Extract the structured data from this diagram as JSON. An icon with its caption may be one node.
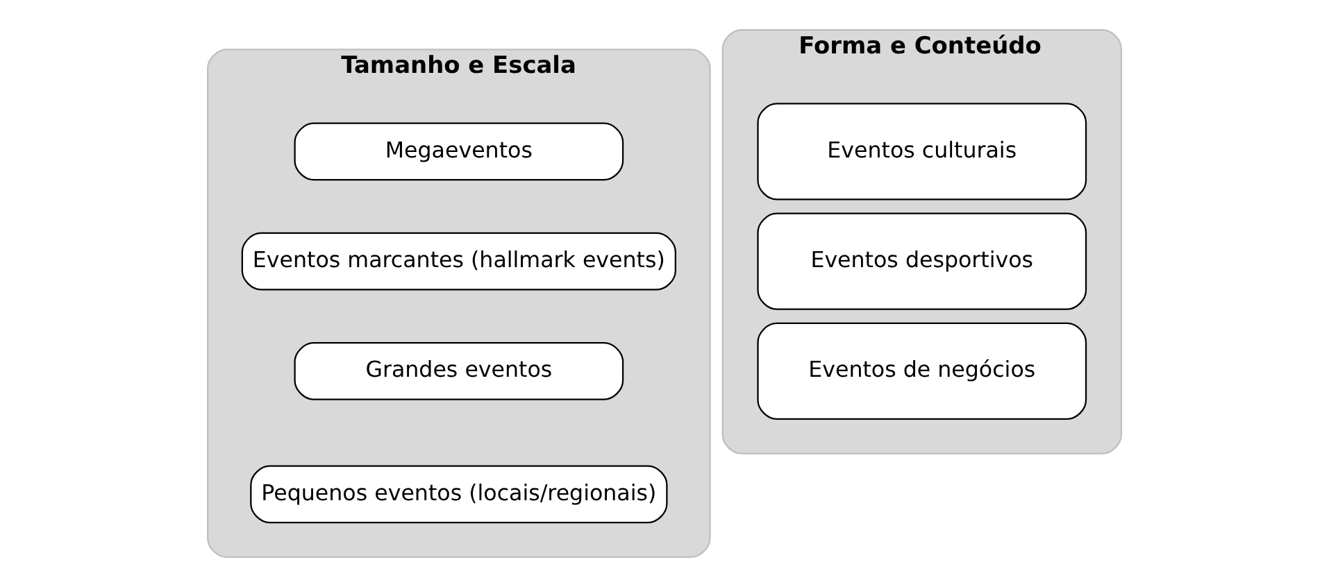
{
  "diagram": {
    "nodes": [
      {
        "text": [
          "Tamanho e Escala"
        ]
      },
      {
        "text": [
          "Megaeventos"
        ],
        "in": 0
      },
      {
        "text": [
          "Eventos marcantes (hallmark events)"
        ],
        "in": 0
      },
      {
        "text": [
          "Grandes eventos"
        ],
        "in": 0
      },
      {
        "text": [
          "Pequenos eventos (locais/regionais)"
        ],
        "in": 0
      },
      {
        "text": [
          "Forma e Conteúdo"
        ]
      },
      {
        "text": [
          "Eventos culturais"
        ],
        "in": 5
      },
      {
        "text": [
          "Eventos desportivos"
        ],
        "in": 5
      },
      {
        "text": [
          "Eventos de negócios"
        ],
        "in": 5
      }
    ]
  }
}
